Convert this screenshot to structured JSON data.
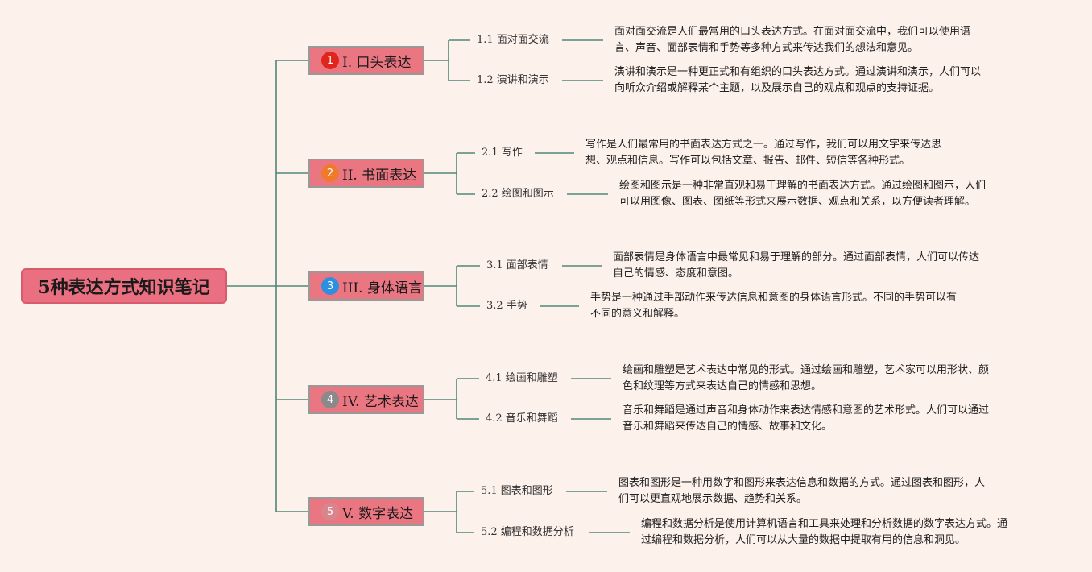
{
  "title": "5种表达方式知识笔记",
  "colors": {
    "background": "#fdf1ec",
    "node_fill": "#ea7682",
    "connector": "#4e8878"
  },
  "sections": [
    {
      "number": "1",
      "label": "I. 口头表达",
      "badge_color": "#e0261c",
      "topics": [
        {
          "label": "1.1 面对面交流",
          "desc": [
            "面对面交流是人们最常用的口头表达方式。在面对面交流中，我们可以使用语",
            "言、声音、面部表情和手势等多种方式来传达我们的想法和意见。"
          ]
        },
        {
          "label": "1.2 演讲和演示",
          "desc": [
            "演讲和演示是一种更正式和有组织的口头表达方式。通过演讲和演示，人们可以",
            "向听众介绍或解释某个主题，以及展示自己的观点和观点的支持证据。"
          ]
        }
      ]
    },
    {
      "number": "2",
      "label": "II. 书面表达",
      "badge_color": "#f07a2a",
      "topics": [
        {
          "label": "2.1 写作",
          "desc": [
            "写作是人们最常用的书面表达方式之一。通过写作，我们可以用文字来传达思",
            "想、观点和信息。写作可以包括文章、报告、邮件、短信等各种形式。"
          ]
        },
        {
          "label": "2.2 绘图和图示",
          "desc": [
            "绘图和图示是一种非常直观和易于理解的书面表达方式。通过绘图和图示，人们",
            "可以用图像、图表、图纸等形式来展示数据、观点和关系，以方便读者理解。"
          ]
        }
      ]
    },
    {
      "number": "3",
      "label": "III. 身体语言",
      "badge_color": "#2e8fe0",
      "topics": [
        {
          "label": "3.1 面部表情",
          "desc": [
            "面部表情是身体语言中最常见和易于理解的部分。通过面部表情，人们可以传达",
            "自己的情感、态度和意图。"
          ]
        },
        {
          "label": "3.2 手势",
          "desc": [
            "手势是一种通过手部动作来传达信息和意图的身体语言形式。不同的手势可以有",
            "不同的意义和解释。"
          ]
        }
      ]
    },
    {
      "number": "4",
      "label": "IV. 艺术表达",
      "badge_color": "#8a8a8a",
      "topics": [
        {
          "label": "4.1 绘画和雕塑",
          "desc": [
            "绘画和雕塑是艺术表达中常见的形式。通过绘画和雕塑，艺术家可以用形状、颜",
            "色和纹理等方式来表达自己的情感和思想。"
          ]
        },
        {
          "label": "4.2 音乐和舞蹈",
          "desc": [
            "音乐和舞蹈是通过声音和身体动作来表达情感和意图的艺术形式。人们可以通过",
            "音乐和舞蹈来传达自己的情感、故事和文化。"
          ]
        }
      ]
    },
    {
      "number": "5",
      "label": "V. 数字表达",
      "badge_color": "#d8868c",
      "topics": [
        {
          "label": "5.1 图表和图形",
          "desc": [
            "图表和图形是一种用数字和图形来表达信息和数据的方式。通过图表和图形，人",
            "们可以更直观地展示数据、趋势和关系。"
          ]
        },
        {
          "label": "5.2 编程和数据分析",
          "desc": [
            "编程和数据分析是使用计算机语言和工具来处理和分析数据的数字表达方式。通",
            "过编程和数据分析，人们可以从大量的数据中提取有用的信息和洞见。"
          ]
        }
      ]
    }
  ]
}
